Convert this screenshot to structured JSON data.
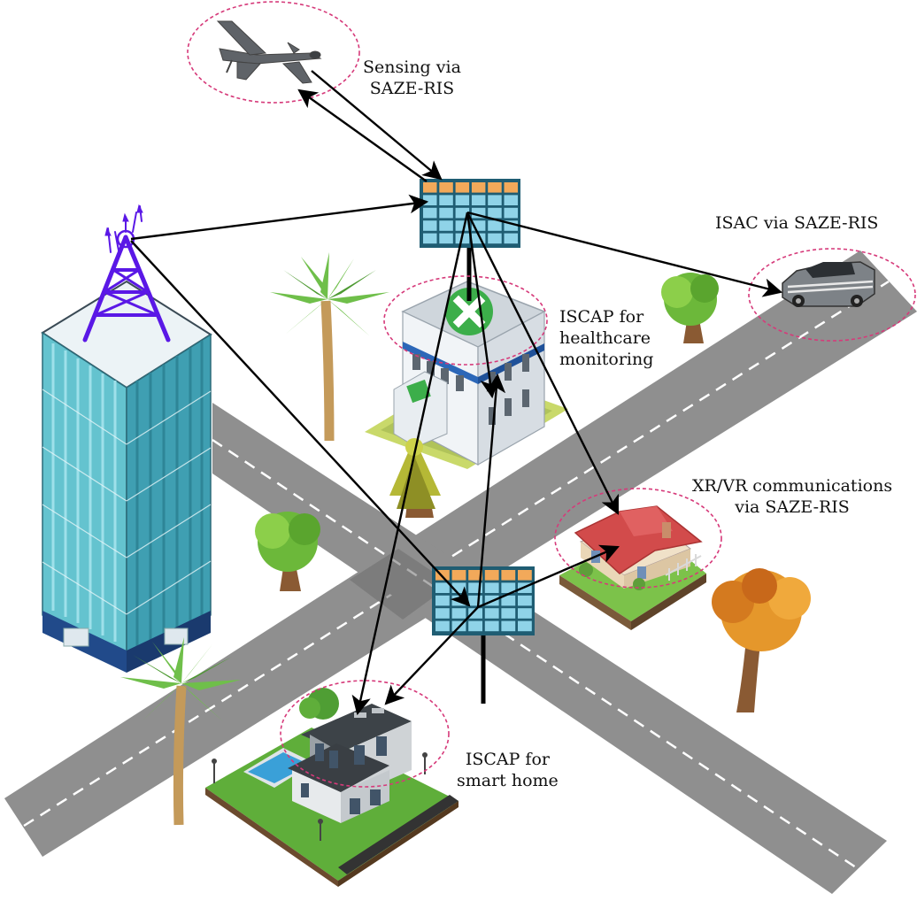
{
  "labels": {
    "sensing": [
      "Sensing via",
      "SAZE-RIS"
    ],
    "isac": [
      "ISAC via SAZE-RIS"
    ],
    "iscap_health": [
      "ISCAP for",
      "healthcare",
      "monitoring"
    ],
    "xrvr": [
      "XR/VR communications",
      "via SAZE-RIS"
    ],
    "iscap_home": [
      "ISCAP for",
      "smart home"
    ]
  },
  "colors": {
    "road": "#8f8f8f",
    "road_edge": "#7a7a7a",
    "lane_marking": "#ffffff",
    "tower": "#5a18e6",
    "ris_panel": "#8fd3e8",
    "ris_frame": "#1f5d73",
    "ris_top_row": "#f2a95a",
    "ellipse": "#d63a7a",
    "arrow": "#000000",
    "building_glass": "#64c3cf",
    "building_roof": "#ecf3f6",
    "building_base": "#214a8a",
    "hospital_cross": "#3cae4a",
    "house_roof": "#d24b4b",
    "grass": "#7cc24a",
    "tree_green": "#6cb83a",
    "tree_autumn": "#e5972b",
    "palm_green": "#6fbf4a",
    "trunk": "#8a5a33"
  },
  "icons": {
    "tower": "antenna-tower-icon",
    "uav": "drone-icon",
    "car": "car-icon",
    "hospital": "hospital-icon",
    "house": "house-icon",
    "smart_home": "smart-home-icon",
    "skyscraper": "skyscraper-icon",
    "ris": "ris-panel-icon"
  }
}
